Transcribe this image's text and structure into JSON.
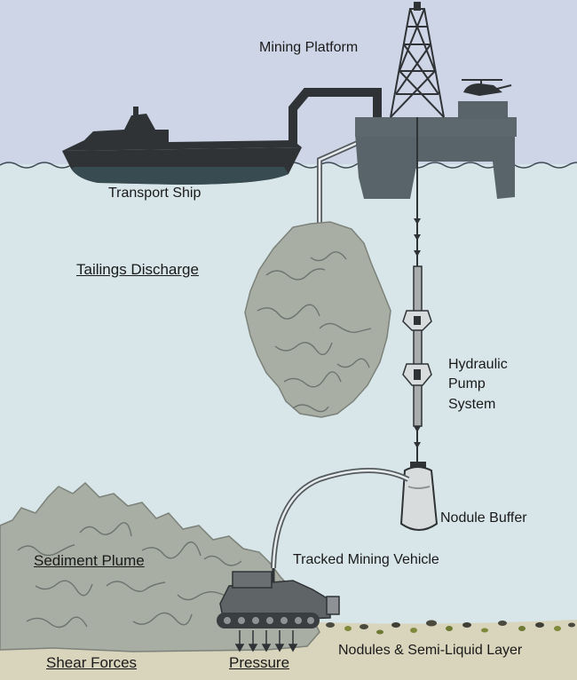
{
  "labels": {
    "mining_platform": "Mining Platform",
    "transport_ship": "Transport Ship",
    "tailings_discharge": "Tailings Discharge",
    "hydraulic_line1": "Hydraulic",
    "hydraulic_line2": "Pump",
    "hydraulic_line3": "System",
    "nodule_buffer": "Nodule Buffer",
    "sediment_plume": "Sediment Plume",
    "tracked_mining_vehicle": "Tracked Mining Vehicle",
    "shear_forces": "Shear Forces",
    "pressure": "Pressure",
    "nodules_layer": "Nodules & Semi-Liquid Layer"
  },
  "colors": {
    "sky": "#cdd5e6",
    "sea": "#d8e6e9",
    "seabed": "#d9d4bc",
    "plume": "#a9aea4",
    "vessel": "#2f3336",
    "platform": "#59636a",
    "hardware": "#8e9294"
  }
}
